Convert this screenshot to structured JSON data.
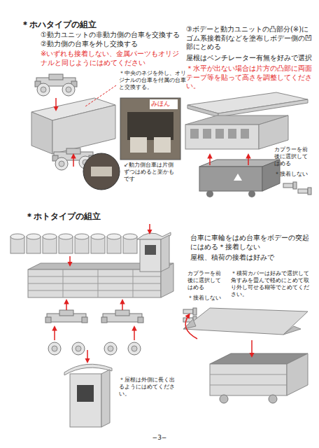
{
  "diagram": {
    "labels": [
      "＊ホハタイプの組立",
      "①動力ユニットの非動力側の台車を交換する",
      "②動力側の台車を外し交換する",
      "※いずれも接着しない、金属パーツもオリジナルと同じようにはめてください",
      "＊中央のネジを外し、オリジナルの台車を付属の台車と交換する。",
      "みほん",
      "↙動力側台車は片側ずつはめると楽かもです",
      "③ボデーと動力ユニットの凸部分(※)にゴム系接着剤などを塗布しボデー側の凹部にとめる",
      "屋根はベンチレーター有無を好みで選択",
      "＊水平が出ない場合は片方の凸部に両面テープ等を貼って高さを調整してください。",
      "カプラーを前後に選択してはめる",
      "＊接着しない",
      "＊ホトタイプの組立",
      "台車に車輪をはめ台車をボデーの突起にはめる＊接着しない",
      "屋根、積荷の接着は好みで",
      "カプラーを前後に選択してはめる",
      "＊接着しない",
      "＊積荷カバーは好みで選択して角すみを畳んで軽めにとめて取り外し可せる糊等でとめてください。",
      "＊屋根は外側に長く出るようにはめてください。",
      "−3−"
    ]
  }
}
